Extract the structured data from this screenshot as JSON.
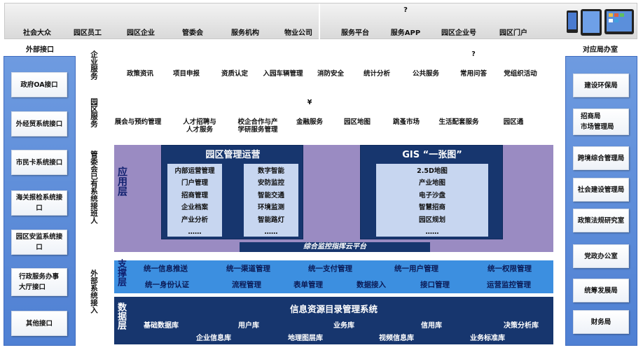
{
  "top_roles_left": [
    {
      "label": "社会大众",
      "icon": "people-icon"
    },
    {
      "label": "园区员工",
      "icon": "employee-icon"
    },
    {
      "label": "园区企业",
      "icon": "factory-icon"
    },
    {
      "label": "管委会",
      "icon": "management-icon"
    },
    {
      "label": "服务机构",
      "icon": "service-agent-icon"
    },
    {
      "label": "物业公司",
      "icon": "truck-icon"
    }
  ],
  "top_roles_right": [
    {
      "label": "服务平台",
      "icon": "platform-icon"
    },
    {
      "label": "服务APP",
      "icon": "app-icon"
    },
    {
      "label": "园区企业号",
      "icon": "wechat-icon"
    },
    {
      "label": "园区门户",
      "icon": "portal-icon"
    }
  ],
  "left_panel": {
    "title": "外部接口",
    "items": [
      "政府OA接口",
      "外经贸系统接口",
      "市民卡系统接口",
      "海关报检系统接口",
      "园区安监系统接口",
      "行政服务办事\n大厅接口",
      "其他接口"
    ]
  },
  "right_panel": {
    "title": "对应局办室",
    "items": [
      "建设环保局",
      "招商局\n市场管理局",
      "跨境综合管理局",
      "社会建设管理局",
      "政策法规研究室",
      "党政办公室",
      "统筹发展局",
      "财务局"
    ]
  },
  "row_labels": {
    "enterprise": "企业服务",
    "park": "园区服务",
    "existing": "管委会已有系统接班人",
    "external": "外部系统接入"
  },
  "enterprise_services": [
    {
      "label": "政策资讯",
      "icon": "news-icon"
    },
    {
      "label": "项目申报",
      "icon": "document-icon"
    },
    {
      "label": "资质认定",
      "icon": "certificate-icon"
    },
    {
      "label": "入园车辆管理",
      "icon": "car-icon"
    },
    {
      "label": "消防安全",
      "icon": "hydrant-icon"
    },
    {
      "label": "统计分析",
      "icon": "chart-icon"
    },
    {
      "label": "公共服务",
      "icon": "group-icon"
    },
    {
      "label": "常用问答",
      "icon": "question-icon"
    },
    {
      "label": "党组织活动",
      "icon": "party-flag-icon"
    }
  ],
  "park_services": [
    {
      "label": "展会与预约管理",
      "icon": "exhibition-icon"
    },
    {
      "label": "人才招聘与\n人才服务",
      "icon": "runner-icon"
    },
    {
      "label": "校企合作与产\n学研服务管理",
      "icon": "school-icon"
    },
    {
      "label": "金融服务",
      "icon": "money-bag-icon"
    },
    {
      "label": "园区地图",
      "icon": "map-pin-icon"
    },
    {
      "label": "跳蚤市场",
      "icon": "market-chart-icon"
    },
    {
      "label": "生活配套服务",
      "icon": "cart-icon"
    },
    {
      "label": "园区通",
      "icon": "apps-grid-icon"
    }
  ],
  "app_layer": {
    "label": "应用层",
    "ops_title": "园区管理运营",
    "internal": [
      "内部运营管理",
      "门户管理",
      "招商管理",
      "企业档案",
      "产业分析",
      "……"
    ],
    "smart": [
      "数字智能",
      "安防监控",
      "智能交通",
      "环境监测",
      "智能路灯",
      "……"
    ],
    "gis_title": "GIS “一张图”",
    "gis": [
      "2.5D地图",
      "产业地图",
      "电子沙盘",
      "智慧招商",
      "园区规划",
      "……"
    ],
    "platform": "综合监控指挥云平台"
  },
  "support_layer": {
    "label": "支撑层",
    "row1": [
      "统一信息推送",
      "统一渠道管理",
      "统一支付管理",
      "统一用户管理",
      "统一权限管理"
    ],
    "row2": [
      "统一身份认证",
      "流程管理",
      "表单管理",
      "数据接入",
      "接口管理",
      "运营监控管理"
    ]
  },
  "data_layer": {
    "label": "数据层",
    "title": "信息资源目录管理系统",
    "row1": [
      "基础数据库",
      "用户库",
      "业务库",
      "信用库",
      "决策分析库"
    ],
    "row2": [
      "企业信息库",
      "地理图层库",
      "视频信息库",
      "业务标准库"
    ]
  }
}
